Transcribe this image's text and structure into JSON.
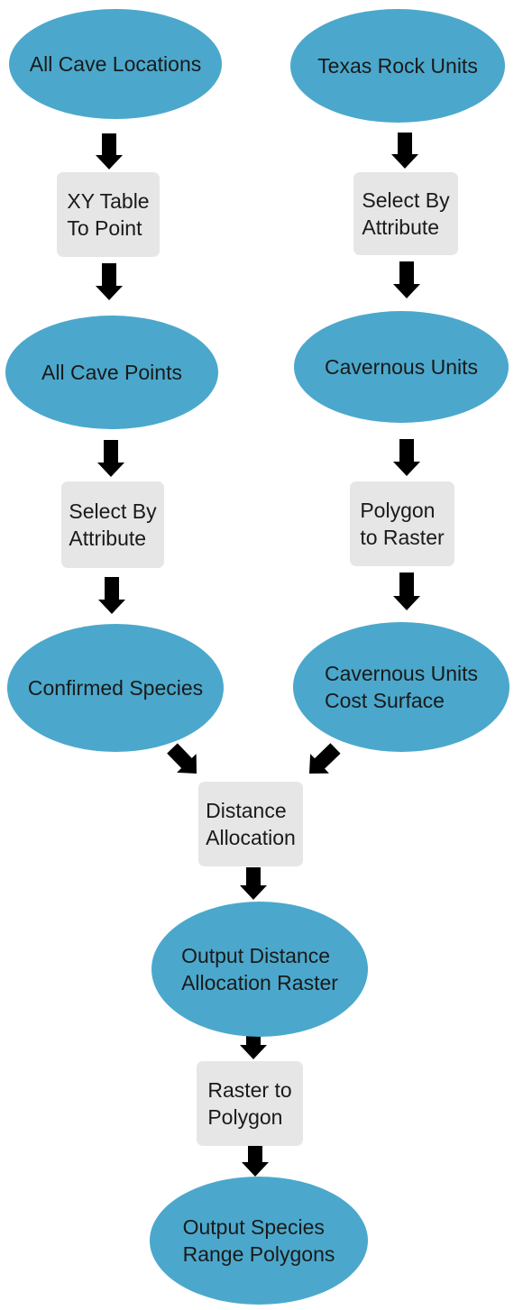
{
  "colors": {
    "ellipse_fill": "#4ba8cc",
    "box_fill": "#e6e6e6",
    "arrow": "#000000",
    "text": "#1a1a1a"
  },
  "nodes": {
    "all_cave_locations": "All Cave Locations",
    "xy_table_to_point": "XY Table\nTo Point",
    "all_cave_points": "All Cave Points",
    "select_by_attribute_left": "Select By\nAttribute",
    "confirmed_species": "Confirmed Species",
    "texas_rock_units": "Texas Rock Units",
    "select_by_attribute_right": "Select By\nAttribute",
    "cavernous_units": "Cavernous Units",
    "polygon_to_raster": "Polygon\nto Raster",
    "cavernous_units_cost_surface": "Cavernous Units\nCost Surface",
    "distance_allocation": "Distance\nAllocation",
    "output_distance_allocation_raster": "Output Distance\nAllocation Raster",
    "raster_to_polygon": "Raster to\nPolygon",
    "output_species_range_polygons": "Output Species\nRange Polygons"
  }
}
